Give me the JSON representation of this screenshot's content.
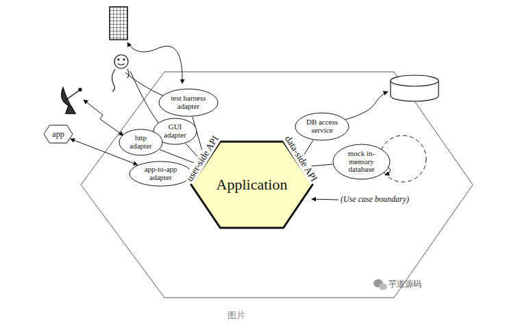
{
  "diagram": {
    "nodes": [
      {
        "text": [
          "test harness adapter"
        ]
      },
      {
        "text": [
          "GUI adapter"
        ]
      },
      {
        "text": [
          "http adapter"
        ]
      },
      {
        "text": [
          "app-to-app adapter"
        ]
      },
      {
        "text": [
          "app"
        ]
      },
      {
        "text": [
          "Application"
        ]
      },
      {
        "text": [
          "DB access service"
        ]
      },
      {
        "text": [
          "mock in-memory database"
        ]
      }
    ],
    "edges": [
      {
        "from": 0,
        "to": 5,
        "arrow": "none"
      },
      {
        "from": 1,
        "to": 5,
        "arrow": "none"
      },
      {
        "from": 2,
        "to": 5,
        "arrow": "none"
      },
      {
        "from": 3,
        "to": 5,
        "arrow": "none"
      },
      {
        "from": 6,
        "to": 5,
        "arrow": "none"
      },
      {
        "from": 7,
        "to": 5,
        "arrow": "none"
      },
      {
        "from": 4,
        "to": 3,
        "arrow": "both"
      }
    ],
    "labels": [
      "user-side API",
      "data-side API",
      "(Use case boundary)",
      "芋道源码",
      "图片"
    ]
  }
}
